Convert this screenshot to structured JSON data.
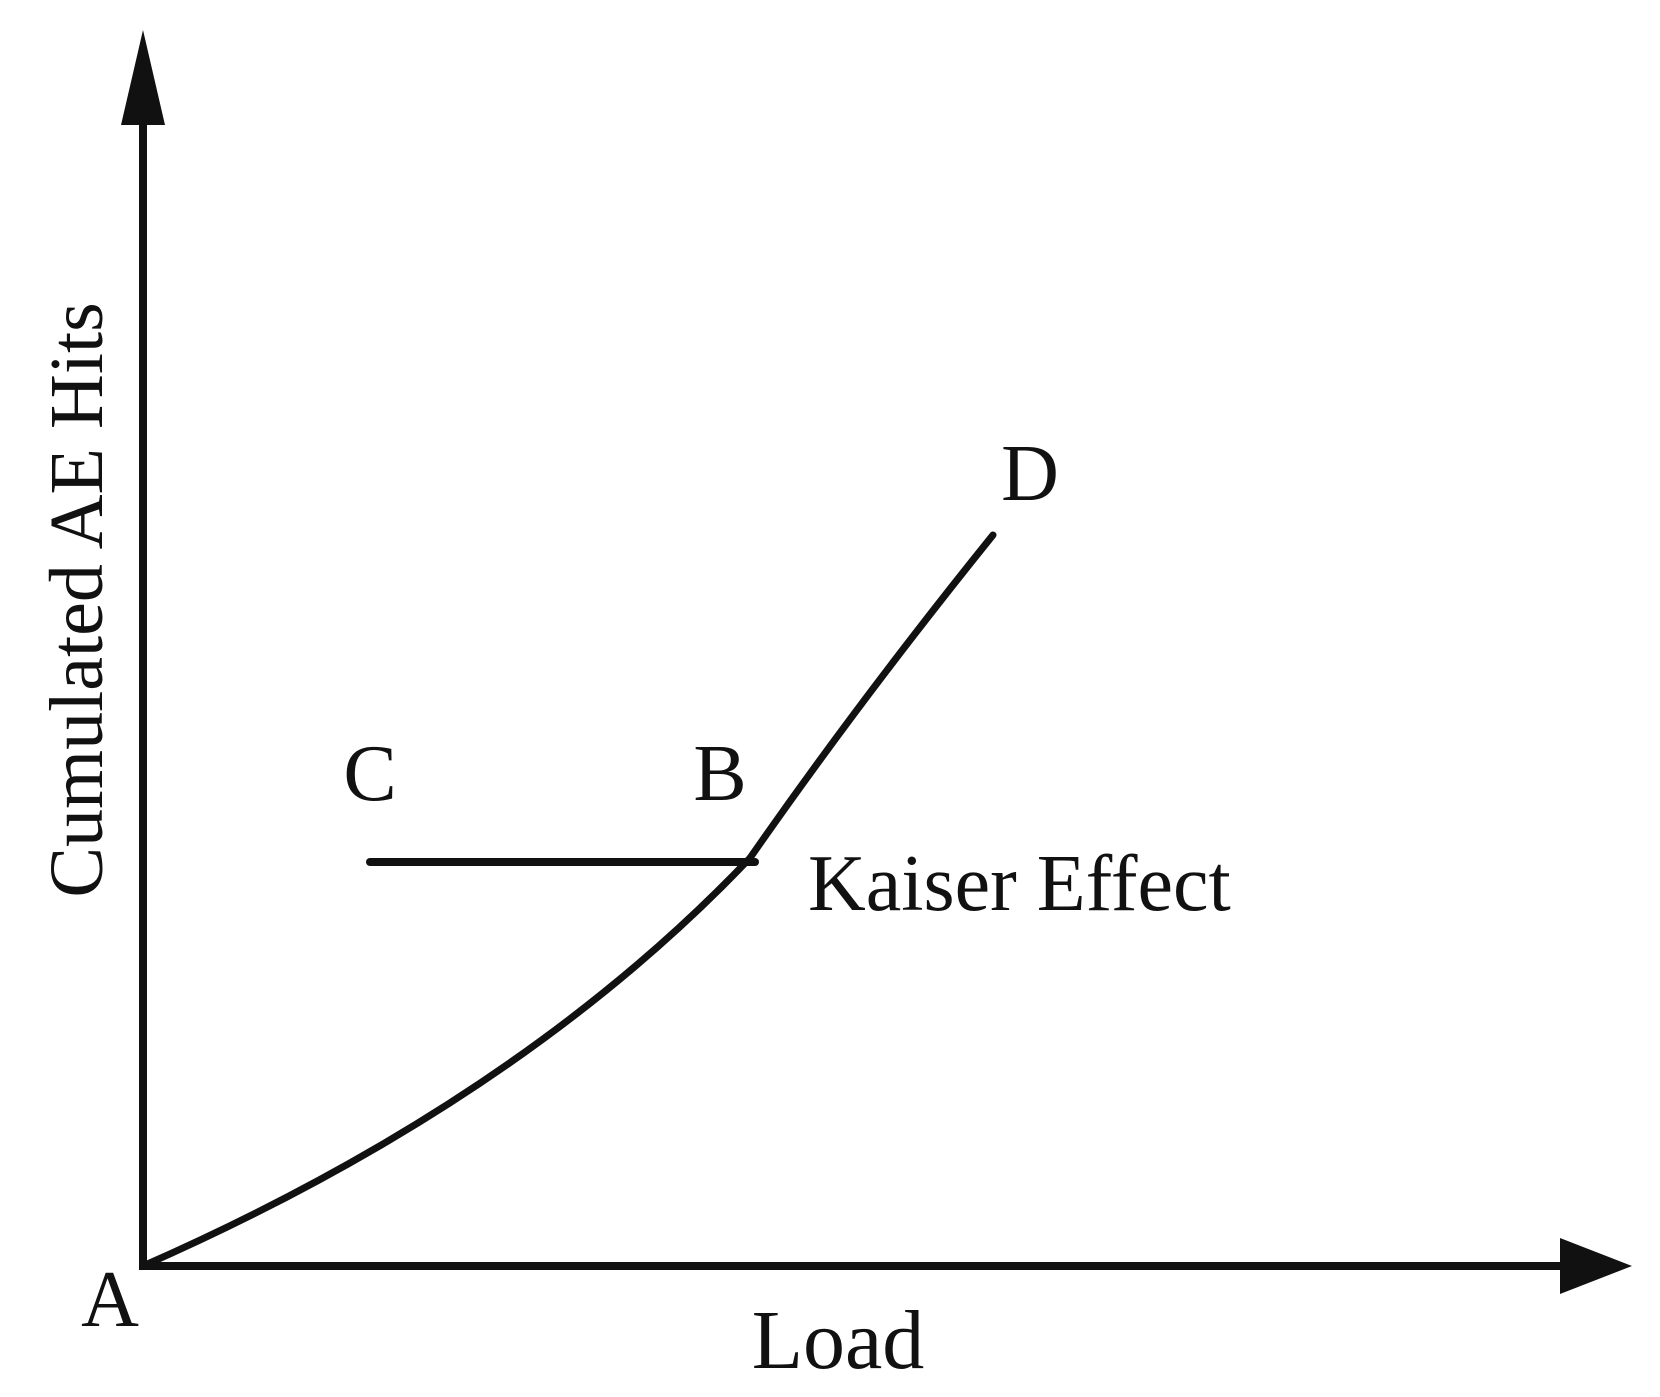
{
  "diagram": {
    "axes": {
      "x_label": "Load",
      "y_label": "Cumulated AE Hits"
    },
    "points": {
      "A": "A",
      "B": "B",
      "C": "C",
      "D": "D"
    },
    "annotation": "Kaiser Effect",
    "colors": {
      "ink": "#111111",
      "background": "#ffffff"
    }
  }
}
